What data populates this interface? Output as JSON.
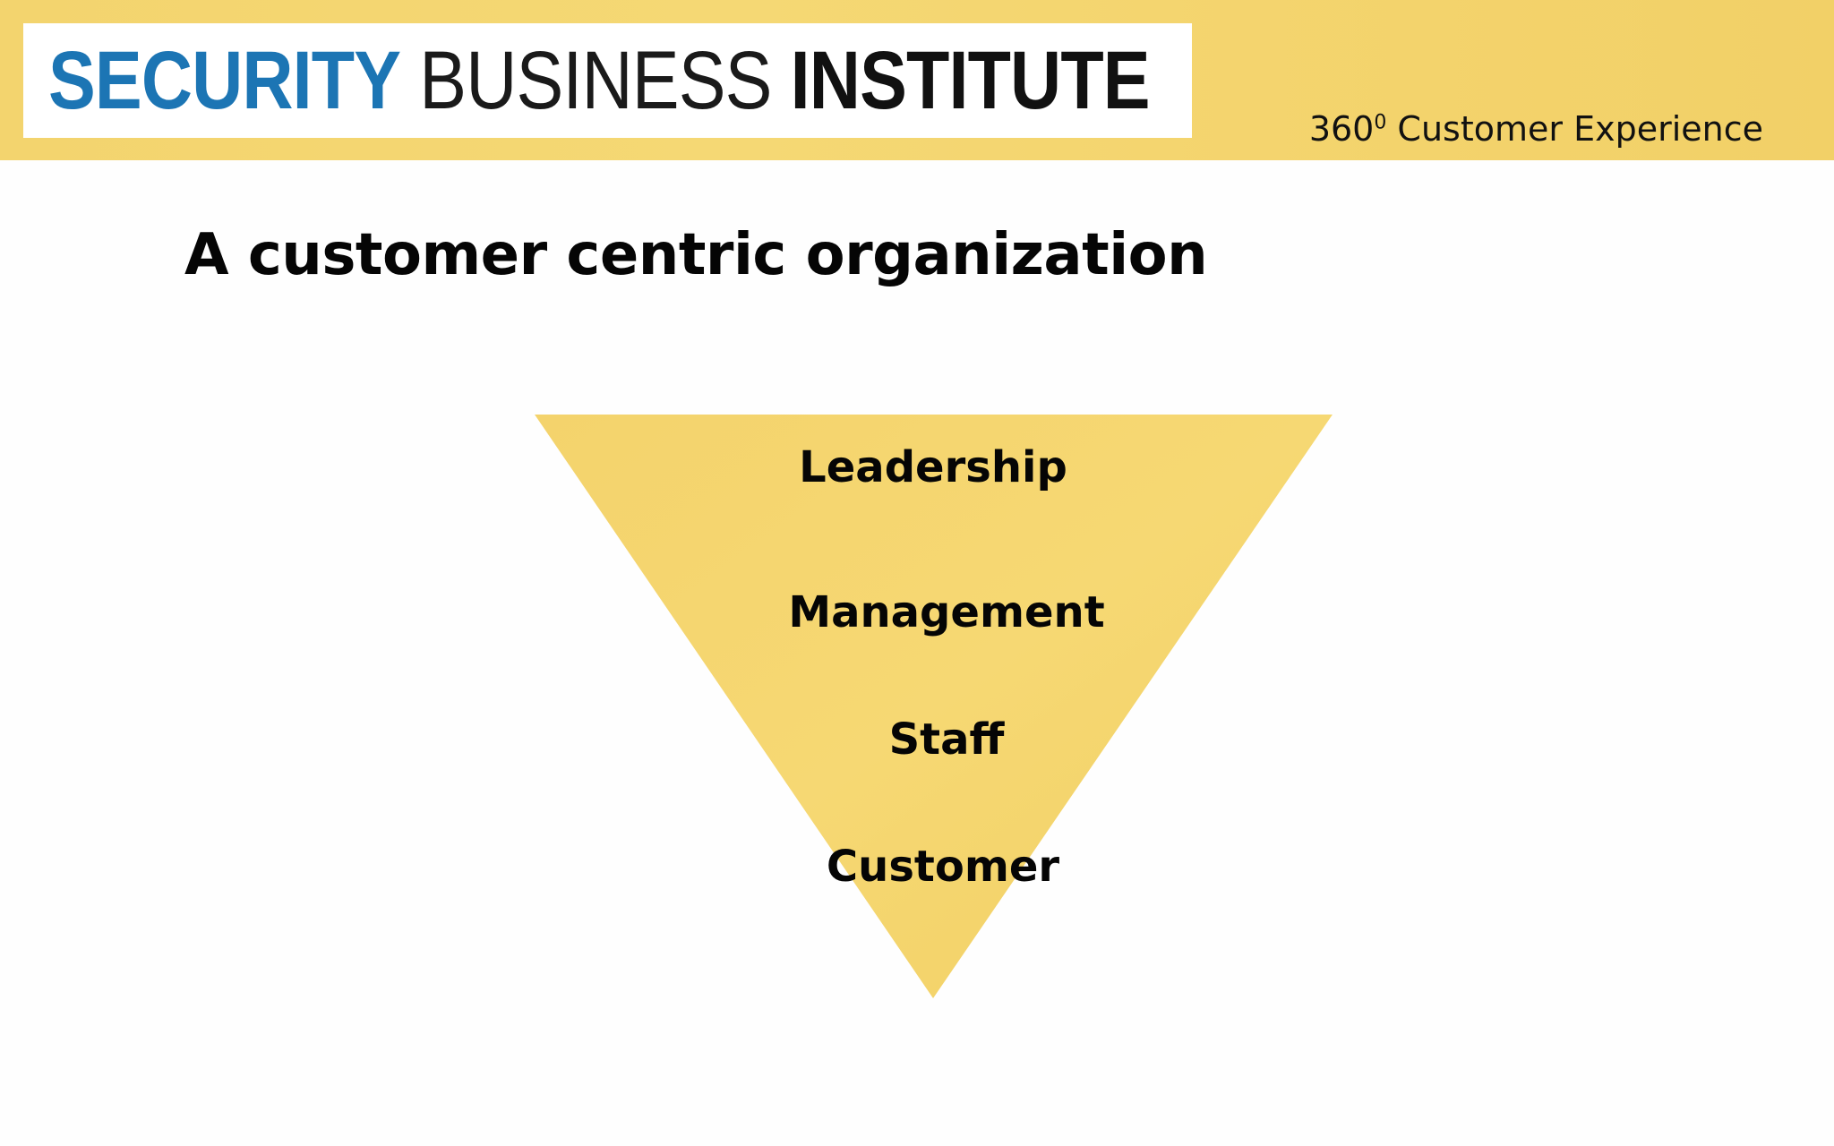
{
  "header": {
    "logo": {
      "word1": "SECURITY",
      "word2": "BUSINESS",
      "word3": "INSTITUTE",
      "colors": {
        "security": "#1c75b4",
        "business": "#1a1a1a",
        "institute": "#111111"
      }
    },
    "subtitle_prefix": "360",
    "subtitle_superscript": "0",
    "subtitle_suffix": " Customer Experience",
    "band_color": "#f4d56f"
  },
  "title": "A customer centric organization",
  "pyramid": {
    "shape": "inverted-triangle",
    "fill_color": "#f5d46c",
    "levels": [
      "Leadership",
      "Management",
      "Staff",
      "Customer"
    ]
  }
}
